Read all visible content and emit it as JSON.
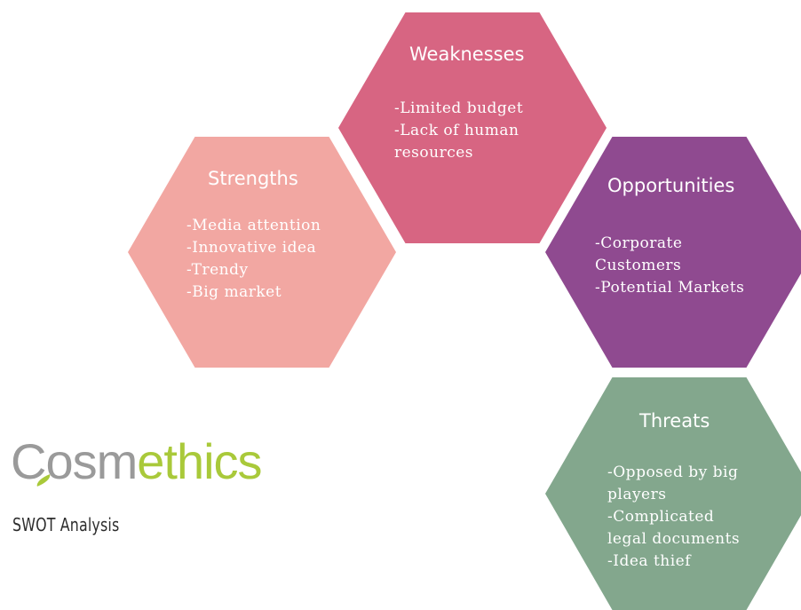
{
  "colors": {
    "strengths": "#f2a7a2",
    "weaknesses": "#d76582",
    "opportunities": "#8f4a90",
    "threats": "#83a78d",
    "logo_gray": "#9a9a9a",
    "logo_green": "#a9c93a"
  },
  "swot": {
    "weaknesses": {
      "title": "Weaknesses",
      "items": [
        "-Limited budget",
        "-Lack of human",
        "resources"
      ]
    },
    "strengths": {
      "title": "Strengths",
      "items": [
        "-Media attention",
        "-Innovative idea",
        "-Trendy",
        "-Big market"
      ]
    },
    "opportunities": {
      "title": "Opportunities",
      "items": [
        "-Corporate",
        "Customers",
        "-Potential Markets"
      ]
    },
    "threats": {
      "title": "Threats",
      "items": [
        "-Opposed by big",
        "players",
        "-Complicated",
        "legal documents",
        "-Idea thief"
      ]
    }
  },
  "logo": {
    "text_part1": "Cosm",
    "text_part2": "ethics",
    "subtitle": "SWOT Analysis",
    "icon": "leaf-icon"
  }
}
